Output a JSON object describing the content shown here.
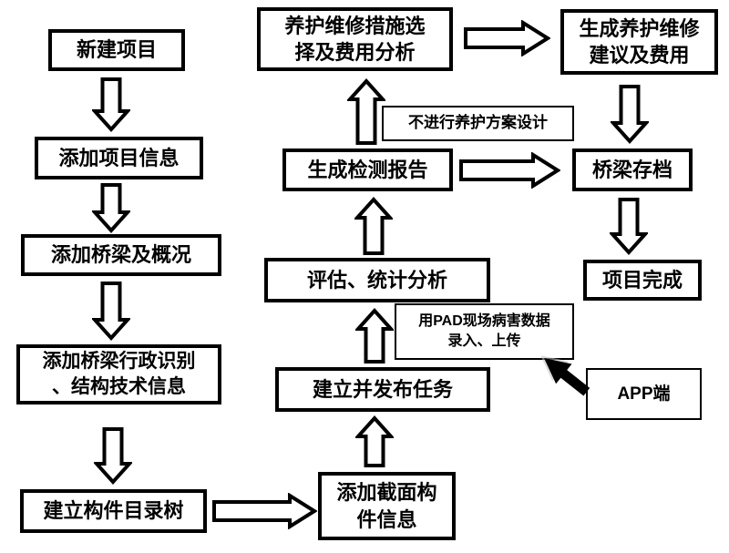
{
  "flow": {
    "nodes": {
      "new_project": {
        "lines": [
          "新建项目"
        ]
      },
      "add_project_info": {
        "lines": [
          "添加项目信息"
        ]
      },
      "add_bridge_overview": {
        "lines": [
          "添加桥梁及概况"
        ]
      },
      "add_bridge_admin": {
        "lines": [
          "添加桥梁行政识别",
          "、结构技术信息"
        ]
      },
      "build_component_tree": {
        "lines": [
          "建立构件目录树"
        ]
      },
      "add_section_info": {
        "lines": [
          "添加截面构",
          "件信息"
        ]
      },
      "publish_task": {
        "lines": [
          "建立并发布任务"
        ]
      },
      "evaluation": {
        "lines": [
          "评估、统计分析"
        ]
      },
      "report": {
        "lines": [
          "生成检测报告"
        ]
      },
      "maintenance_selection": {
        "lines": [
          "养护维修措施选",
          "择及费用分析"
        ]
      },
      "maintenance_suggestion": {
        "lines": [
          "生成养护维修",
          "建议及费用"
        ]
      },
      "bridge_archive": {
        "lines": [
          "桥梁存档"
        ]
      },
      "project_complete": {
        "lines": [
          "项目完成"
        ]
      }
    },
    "annotations": {
      "no_plan_design": {
        "lines": [
          "不进行养护方案设计"
        ]
      },
      "pad_upload": {
        "lines": [
          "用PAD现场病害数据",
          "录入、上传"
        ]
      },
      "app_side": {
        "lines": [
          "APP端"
        ]
      }
    },
    "colors": {
      "line": "#000000",
      "box_background": "#ffffff",
      "arrow_fill": "#ffffff",
      "cursor_fill": "#000000",
      "cursor_shadow": "#c0c0c0",
      "page_background": "#ffffff"
    }
  }
}
